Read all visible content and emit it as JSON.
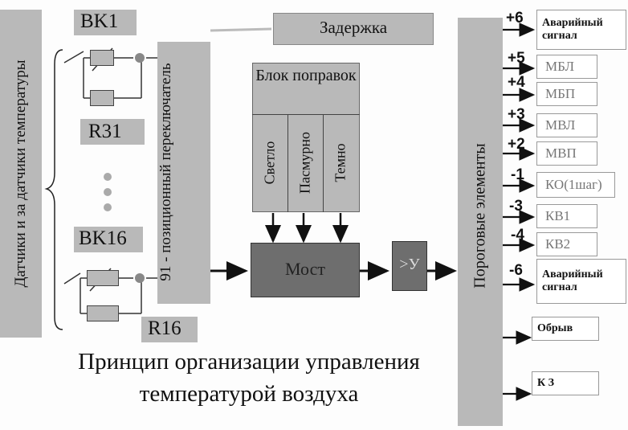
{
  "sensors_side_label": "Датчики и за датчики температуры",
  "bk1_label": "BK1",
  "r31_label": "R31",
  "bk16_label": "BK16",
  "r16_label": "R16",
  "switch_label": "91 - позиционный переключатель",
  "delay_label": "Задержка",
  "correction_block": {
    "title": "Блок поправок",
    "columns": [
      "Светло",
      "Пасмурно",
      "Темно"
    ]
  },
  "bridge_label": "Мост",
  "amp_label": ">У",
  "threshold_label": "Пороговые элементы",
  "outputs": [
    {
      "num": "+6",
      "label": "Аварийный сигнал"
    },
    {
      "num": "+5",
      "label": "МБЛ"
    },
    {
      "num": "+4",
      "label": "МБП"
    },
    {
      "num": "+3",
      "label": "МВЛ"
    },
    {
      "num": "+2",
      "label": "МВП"
    },
    {
      "num": "-1",
      "label": "КО(1шаг)"
    },
    {
      "num": "-3",
      "label": "КВ1"
    },
    {
      "num": "-4",
      "label": "КВ2"
    },
    {
      "num": "-6",
      "label": "Аварийный сигнал"
    },
    {
      "num": "",
      "label": "Обрыв"
    },
    {
      "num": "",
      "label": "К З"
    }
  ],
  "caption_line1": "Принцип организации управления",
  "caption_line2": "температурой воздуха"
}
